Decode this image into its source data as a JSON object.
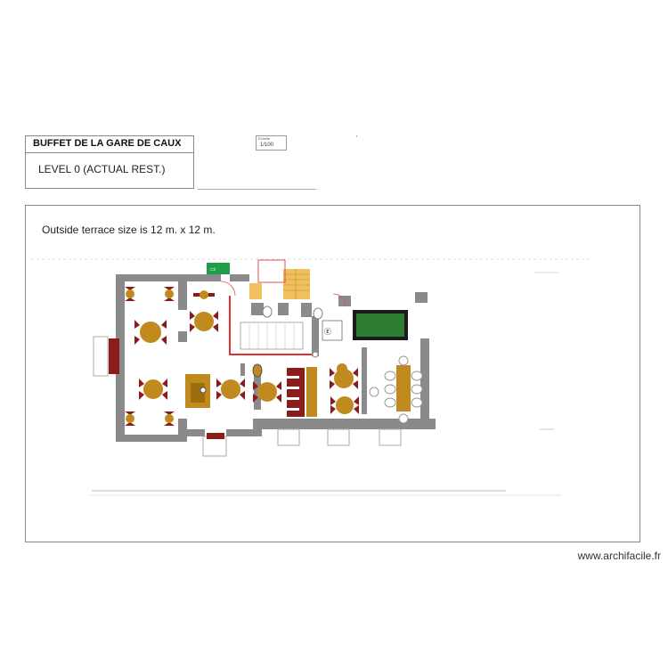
{
  "title_block": {
    "project_name": "BUFFET DE LA GARE DE CAUX",
    "level_name": "LEVEL 0 (ACTUAL REST.)"
  },
  "scale_block": {
    "label": "Echelle",
    "value": "1/100"
  },
  "plan": {
    "note": "Outside terrace size is 12 m. x 12 m.",
    "exit_sign_icon": "emergency-exit-icon",
    "billiard_icon": "billiard-table-icon",
    "colors": {
      "wall": "#8a8a8a",
      "table": "#c08a1e",
      "chair": "#8b1c1c",
      "billiard": "#2e7d32",
      "exit_sign": "#1f9e4a",
      "stairs": "#f0c060",
      "red_line": "#e03030"
    }
  },
  "footer": {
    "watermark": "www.archifacile.fr"
  }
}
